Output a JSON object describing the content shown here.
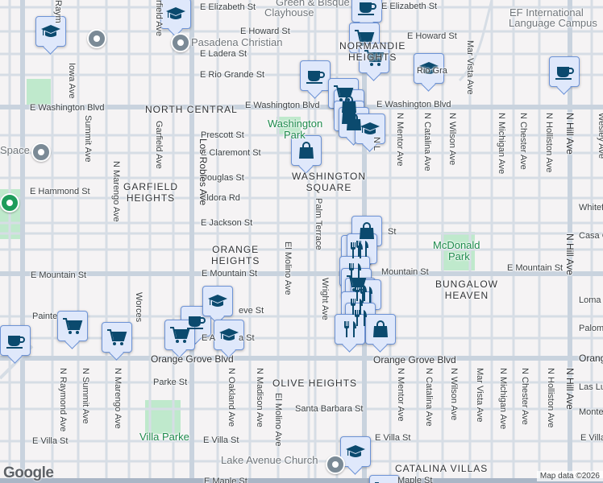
{
  "streets": [
    "E Elizabeth St",
    "E Elizabeth St",
    "E Howard St",
    "E Howard St",
    "E Ladera St",
    "E Rio Grande St",
    "Rio Gra",
    "E Washington Blvd",
    "E Washington Blvd",
    "E Washington Blvd",
    "Prescott St",
    "E Claremont St",
    "Douglas St",
    "E Hammond St",
    "Eldora Rd",
    "E Jackson St",
    "St",
    "E Mountain St",
    "E Mountain St",
    "Mountain St",
    "E Mountain St",
    "Painte",
    "eve St",
    "E A",
    "a St",
    "Orange Grove Blvd",
    "Orange Grove Blvd",
    "Orang",
    "Parke St",
    "Santa Barbara St",
    "E Villa St",
    "E Villa St",
    "E Villa St",
    "E Villa",
    "E Maple St",
    "Maple St",
    "Whitef",
    "Casa C",
    "Loma",
    "Palom",
    "Las Lu",
    "Monte",
    "Raym",
    "Iowa Ave",
    "Summit Ave",
    "N Marengo Ave",
    "Garfield Ave",
    "rfield Ave",
    "Los Robles Ave",
    "El Molino Ave",
    "Palm Terrace",
    "Wright Ave",
    "N L",
    "N Mentor Ave",
    "N Mentor Ave",
    "N Catalina Ave",
    "N Catalina Ave",
    "N Wilson Ave",
    "N Wilson Ave",
    "Mar Vista Ave",
    "Mar Vista Ave",
    "N Michigan Ave",
    "N Michigan Ave",
    "N Chester Ave",
    "N Chester Ave",
    "N Holliston Ave",
    "N Holliston Ave",
    "N Hill Ave",
    "N Hill Ave",
    "N Hill Ave",
    "Wesley Ave",
    "Worces",
    "N Raymond Ave",
    "N Summit Ave",
    "N Marengo Ave",
    "N Oakland Ave",
    "N Madison Ave",
    "El Molino Ave"
  ],
  "places": [
    "NORTH CENTRAL",
    "GARFIELD\nHEIGHTS",
    "WASHINGTON\nSQUARE",
    "ORANGE\nHEIGHTS",
    "BUNGALOW\nHEAVEN",
    "NORMANDIE\nHEIGHTS",
    "OLIVE HEIGHTS",
    "CATALINA VILLAS"
  ],
  "pois": [
    "Green & Bisque",
    "Clayhouse",
    "Pasadena Christian",
    "Washington",
    "Park",
    "Space",
    "McDonald",
    "Park",
    "Villa Parke",
    "Lake Avenue Church",
    "EF International",
    "Language Campus"
  ],
  "markers": [
    {
      "icon": "school"
    },
    {
      "icon": "school"
    },
    {
      "icon": "cafe"
    },
    {
      "icon": "cart"
    },
    {
      "icon": "cart"
    },
    {
      "icon": "school"
    },
    {
      "icon": "cafe"
    },
    {
      "icon": "cart"
    },
    {
      "icon": "bag"
    },
    {
      "icon": "bag"
    },
    {
      "icon": "bag"
    },
    {
      "icon": "school"
    },
    {
      "icon": "cafe"
    },
    {
      "icon": "bag"
    },
    {
      "icon": "bag"
    },
    {
      "icon": "restaurant"
    },
    {
      "icon": "restaurant"
    },
    {
      "icon": "restaurant"
    },
    {
      "icon": "cart"
    },
    {
      "icon": "restaurant"
    },
    {
      "icon": "restaurant"
    },
    {
      "icon": "restaurant"
    },
    {
      "icon": "restaurant"
    },
    {
      "icon": "bag"
    },
    {
      "icon": "cafe"
    },
    {
      "icon": "cart"
    },
    {
      "icon": "cart"
    },
    {
      "icon": "cafe"
    },
    {
      "icon": "school"
    },
    {
      "icon": "cart"
    },
    {
      "icon": "school"
    },
    {
      "icon": "school"
    },
    {
      "icon": "cart"
    }
  ],
  "branding": {
    "logo": "Google",
    "attribution": "Map data ©2026"
  },
  "colors": {
    "background": "#f5f3f4",
    "road": "#d6dde5",
    "major_road": "#c9d3de",
    "park": "#bfe9cc",
    "marker_fill": "#dfe8fb",
    "marker_icon": "#0b4a6e"
  }
}
